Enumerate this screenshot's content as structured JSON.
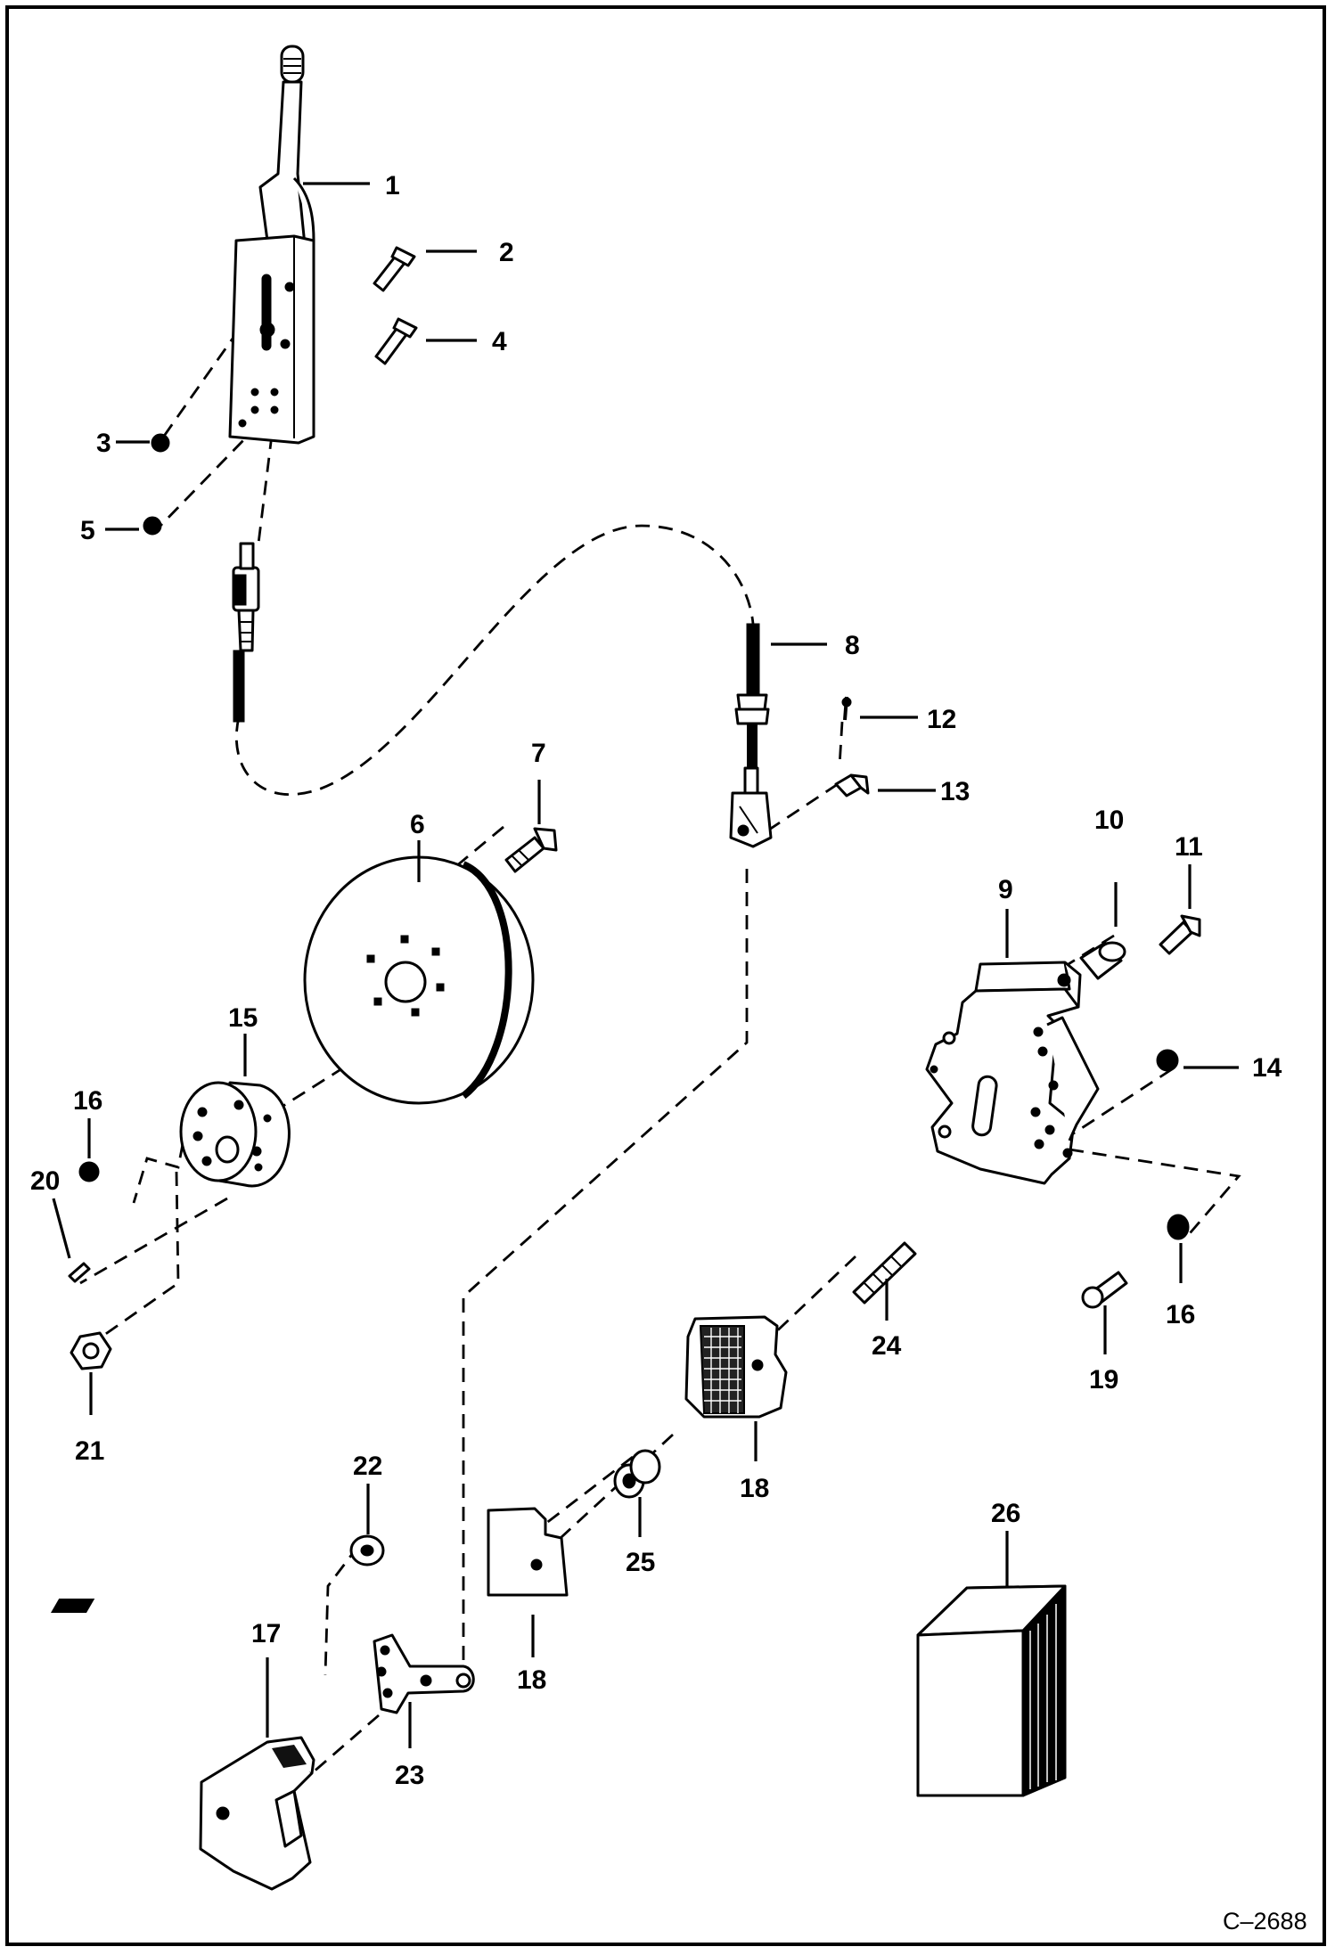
{
  "drawing_code": "C–2688",
  "callouts": [
    "1",
    "2",
    "3",
    "4",
    "5",
    "6",
    "7",
    "8",
    "9",
    "10",
    "11",
    "12",
    "13",
    "14",
    "15",
    "16",
    "16",
    "17",
    "18",
    "18",
    "19",
    "20",
    "21",
    "22",
    "23",
    "24",
    "25",
    "26"
  ]
}
